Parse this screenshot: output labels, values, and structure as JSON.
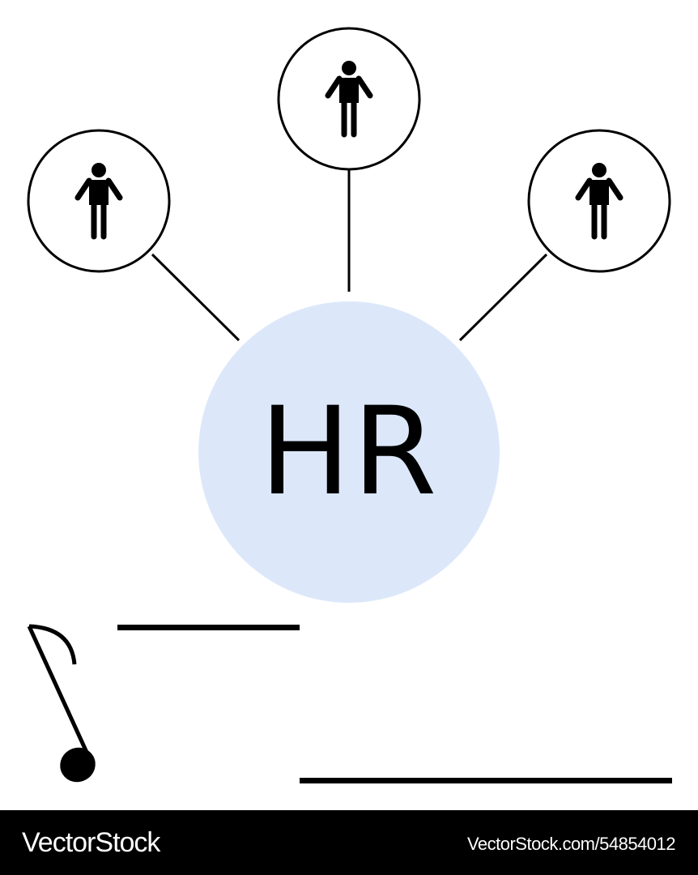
{
  "diagram": {
    "center_node": {
      "label": "HR",
      "fill": "#dce8fa"
    },
    "people_nodes": [
      {
        "name": "person-left"
      },
      {
        "name": "person-top"
      },
      {
        "name": "person-right"
      }
    ],
    "decorations": [
      "music-note",
      "line-top",
      "line-bottom"
    ],
    "stroke_color": "#000000"
  },
  "footer": {
    "brand": "VectorStock",
    "reference": "VectorStock.com/54854012"
  }
}
